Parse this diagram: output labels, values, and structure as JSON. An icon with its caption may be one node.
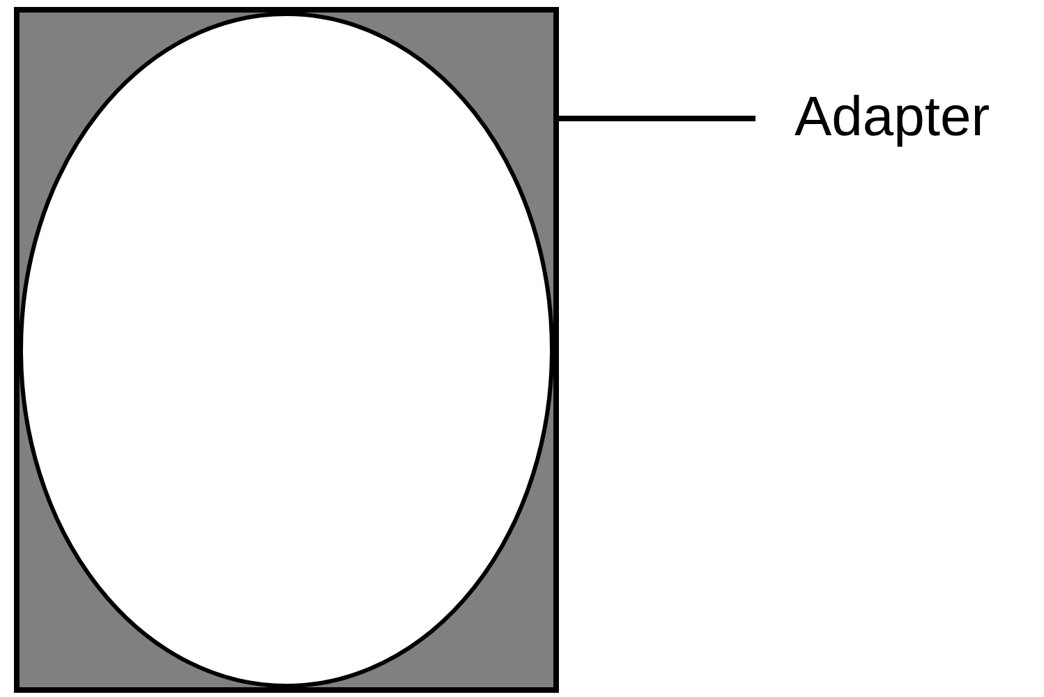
{
  "diagram": {
    "nodes": [
      {
        "text": [
          "Adapter"
        ]
      },
      {
        "text": [],
        "shape": "box"
      }
    ],
    "edges": [
      {
        "from": 0,
        "to": 1,
        "arrow": "none"
      }
    ]
  }
}
